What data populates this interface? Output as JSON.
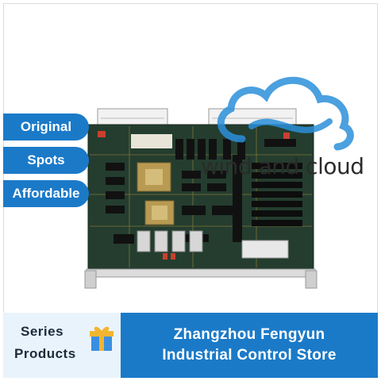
{
  "tags": {
    "original": "Original",
    "spots": "Spots",
    "affordable": "Affordable"
  },
  "watermark": {
    "text": "wind and cloud"
  },
  "bottom": {
    "series_line1": "Series",
    "series_line2": "Products",
    "store_line1": "Zhangzhou Fengyun",
    "store_line2": "Industrial Control Store"
  },
  "colors": {
    "accent_blue": "#1b7ac8",
    "light_blue": "#e9f3fc",
    "board_green": "#1f3d2c"
  },
  "icons": {
    "cloud": "cloud-icon",
    "gift": "gift-icon"
  }
}
